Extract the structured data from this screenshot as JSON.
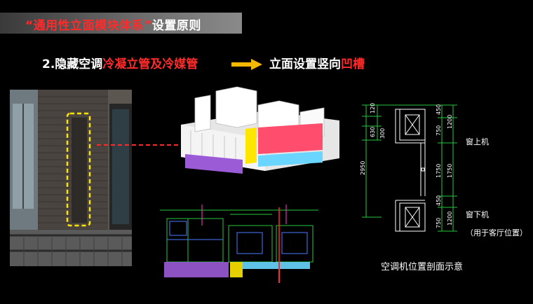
{
  "header": {
    "title_q_open": "“",
    "title_red": "通用性立面模块体系",
    "title_q_close": "”",
    "title_rest": "设置原则"
  },
  "subtitle": {
    "prefix": "2.隐藏空调",
    "red": "冷凝立管及冷媒管",
    "right_prefix": "立面设置竖向",
    "right_red": "凹槽"
  },
  "section_diagram": {
    "label_upper": "窗上机",
    "label_lower": "窗下机",
    "label_note": "（用于客厅位置）",
    "caption": "空调机位置剖面示意",
    "dims_left": [
      "120",
      "630",
      "300",
      "2950"
    ],
    "dims_mid": [
      "450",
      "750",
      "1750",
      "450",
      "750"
    ],
    "dims_right": [
      "1200",
      "1750",
      "1200"
    ]
  },
  "colors": {
    "accent_red": "#ff2b2b",
    "arrow_yellow": "#f5b800",
    "highlight_yellow": "#ffe600",
    "cad_green": "#23c93b",
    "model_red": "#ff4d6d",
    "model_blue": "#6ad6ff",
    "model_purple": "#9b5bd6"
  }
}
